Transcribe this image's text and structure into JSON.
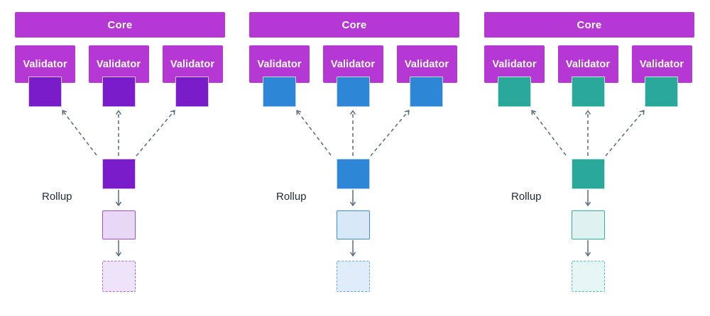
{
  "background": "#FFFFFF",
  "arrow_color": "#566A7E",
  "label_color": "#222B38",
  "header_text": "#FFFFFF",
  "panels": [
    {
      "name": "purple-rollup",
      "core_label": "Core",
      "validator_labels": [
        "Validator",
        "Validator",
        "Validator"
      ],
      "rollup_label": "Rollup",
      "colors": {
        "header": "#B538D4",
        "node": "#7A1CC9",
        "node_border": "#D9C6F0",
        "light_fill": "#E8D8F6",
        "light_border": "#9D50DB",
        "dashed_fill": "#EEE3F9",
        "dashed_border": "#A869DE"
      }
    },
    {
      "name": "blue-rollup",
      "core_label": "Core",
      "validator_labels": [
        "Validator",
        "Validator",
        "Validator"
      ],
      "rollup_label": "Rollup",
      "colors": {
        "header": "#B538D4",
        "node": "#2E86D6",
        "node_border": "#BFD9F2",
        "light_fill": "#D9E8F8",
        "light_border": "#3E8FD9",
        "dashed_fill": "#DFECF9",
        "dashed_border": "#6AA5E0"
      }
    },
    {
      "name": "teal-rollup",
      "core_label": "Core",
      "validator_labels": [
        "Validator",
        "Validator",
        "Validator"
      ],
      "rollup_label": "Rollup",
      "colors": {
        "header": "#B538D4",
        "node": "#2AA89B",
        "node_border": "#BEE6E1",
        "light_fill": "#DFF2F0",
        "light_border": "#2FAEA1",
        "dashed_fill": "#E4F5F3",
        "dashed_border": "#52BDB1"
      }
    }
  ]
}
